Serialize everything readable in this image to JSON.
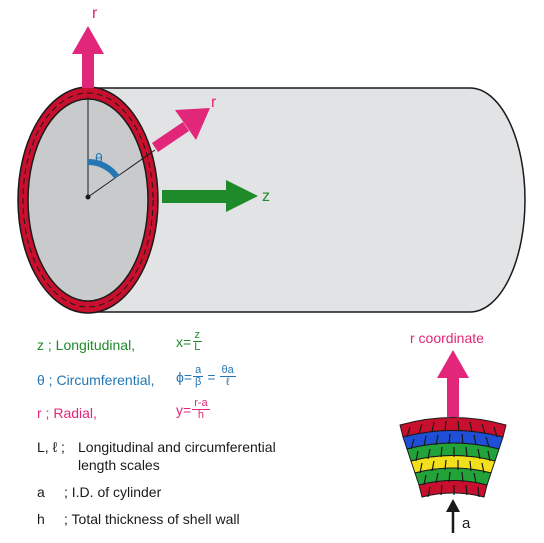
{
  "axes": {
    "r_top": "r",
    "r_tilt": "r",
    "z": "z",
    "theta": "θ",
    "r_coordinate": "r coordinate",
    "a": "a"
  },
  "legend": {
    "z_label": "z ; Longitudinal,",
    "z_eq_lhs": "x=",
    "z_eq_num": "z",
    "z_eq_den": "L",
    "theta_label": "θ ; Circumferential,",
    "theta_eq_lhs": "ϕ=",
    "theta_eq_num1": "a",
    "theta_eq_den1": "β",
    "theta_eq_mid": "=",
    "theta_eq_num2": "θa",
    "theta_eq_den2": "ℓ",
    "r_label": "r ; Radial,",
    "r_eq_lhs": "y=",
    "r_eq_num": "r-a",
    "r_eq_den": "h",
    "L_key": "L, ℓ ;",
    "L_desc_1": "Longitudinal and circumferential",
    "L_desc_2": "length scales",
    "a_key": "a",
    "a_desc": "; I.D. of cylinder",
    "h_key": "h",
    "h_desc": "; Total thickness of shell wall"
  },
  "colors": {
    "cylinder_fill": "#e2e3e5",
    "wall": "#c8102e",
    "inner_face": "#c9cacc",
    "green": "#1e8a2a",
    "pink": "#e2267a",
    "blue": "#2477b3",
    "layer_red": "#c8102e",
    "layer_blue": "#1f4fd6",
    "layer_green": "#22a33a",
    "layer_yellow": "#f2e01c"
  }
}
